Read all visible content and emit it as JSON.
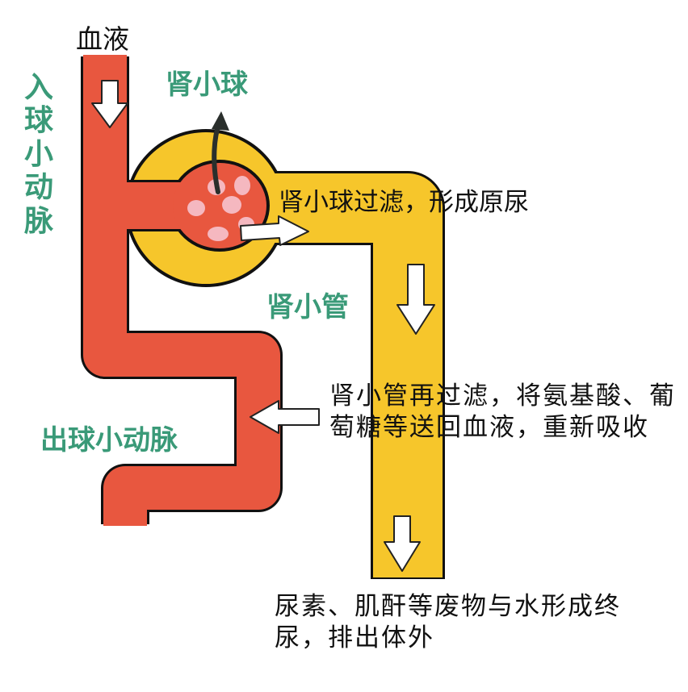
{
  "labels": {
    "blood": "血液",
    "afferent_arteriole": "入球小动脉",
    "glomerulus": "肾小球",
    "glomerular_filtration": "肾小球过滤，形成原尿",
    "renal_tubule": "肾小管",
    "reabsorption": "肾小管再过滤，将氨基酸、葡萄糖等送回血液，重新吸收",
    "efferent_arteriole": "出球小动脉",
    "urine": "尿素、肌酐等废物与水形成终尿，排出体外"
  },
  "colors": {
    "vessel": "#e8573f",
    "tubule": "#f6c62b",
    "glomerulus_spots": "#f5b8c0",
    "label_green": "#3a9a78",
    "label_black": "#111111"
  }
}
